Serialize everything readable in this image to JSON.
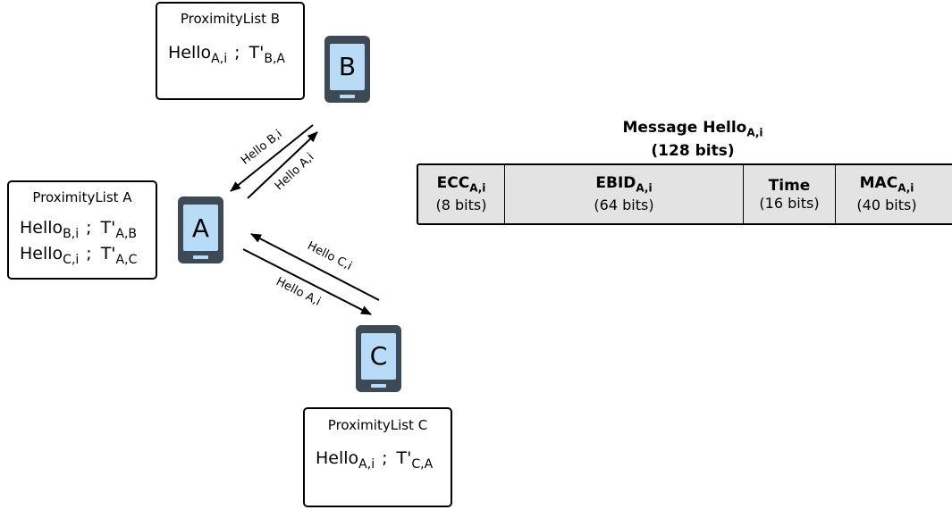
{
  "proximity_lists": {
    "b": {
      "title": "ProximityList B",
      "entries": [
        {
          "hello_base": "Hello",
          "hello_sub": "A,i",
          "t_base": "T'",
          "t_sub": "B,A"
        }
      ]
    },
    "a": {
      "title": "ProximityList A",
      "entries": [
        {
          "hello_base": "Hello",
          "hello_sub": "B,i",
          "t_base": "T'",
          "t_sub": "A,B"
        },
        {
          "hello_base": "Hello",
          "hello_sub": "C,i",
          "t_base": "T'",
          "t_sub": "A,C"
        }
      ]
    },
    "c": {
      "title": "ProximityList C",
      "entries": [
        {
          "hello_base": "Hello",
          "hello_sub": "A,i",
          "t_base": "T'",
          "t_sub": "C,A"
        }
      ]
    },
    "separator": ";"
  },
  "devices": {
    "a": "A",
    "b": "B",
    "c": "C"
  },
  "arrows": {
    "b_to_a": "Hello B,i",
    "a_to_b": "Hello A,i",
    "c_to_a": "Hello C,i",
    "a_to_c": "Hello A,i"
  },
  "message": {
    "title_base": "Message Hello",
    "title_sub": "A,i",
    "size": "(128 bits)",
    "fields": [
      {
        "name": "ECC",
        "sub": "A,i",
        "bits": "(8 bits)"
      },
      {
        "name": "EBID",
        "sub": "A,i",
        "bits": "(64 bits)"
      },
      {
        "name": "Time",
        "sub": "",
        "bits": "(16 bits)"
      },
      {
        "name": "MAC",
        "sub": "A,i",
        "bits": "(40 bits)"
      }
    ]
  },
  "colors": {
    "phone_body": "#3d4a56",
    "phone_screen": "#b8dcf8",
    "field_fill": "#e3e3e3",
    "line": "#000000"
  }
}
